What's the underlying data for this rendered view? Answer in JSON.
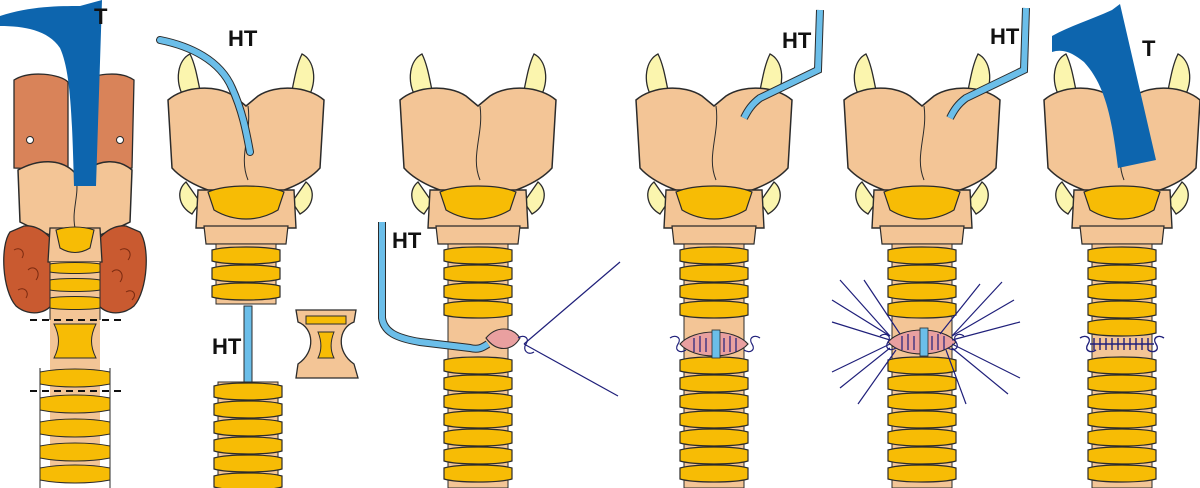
{
  "figure": {
    "panels": [
      {
        "id": "A",
        "labels": [
          "T"
        ]
      },
      {
        "id": "B",
        "labels": [
          "HT",
          "HT"
        ]
      },
      {
        "id": "C",
        "labels": [
          "HT"
        ]
      },
      {
        "id": "D",
        "labels": [
          "HT"
        ]
      },
      {
        "id": "E",
        "labels": [
          "HT"
        ]
      },
      {
        "id": "F",
        "labels": [
          "T"
        ]
      }
    ],
    "tube_labels": {
      "t": "T",
      "ht": "HT"
    }
  },
  "colors": {
    "cartilage": "#F3C596",
    "ring": "#F7BC05",
    "horn": "#FBF5AE",
    "outline": "#2B2B2B",
    "tube": "#0D65AE",
    "ht_tube": "#6BBEE9",
    "thyroid": "#C95A30",
    "muscle": "#D98359",
    "suture": "#1F1F7A",
    "anastomosis": "#E9A0A0"
  }
}
